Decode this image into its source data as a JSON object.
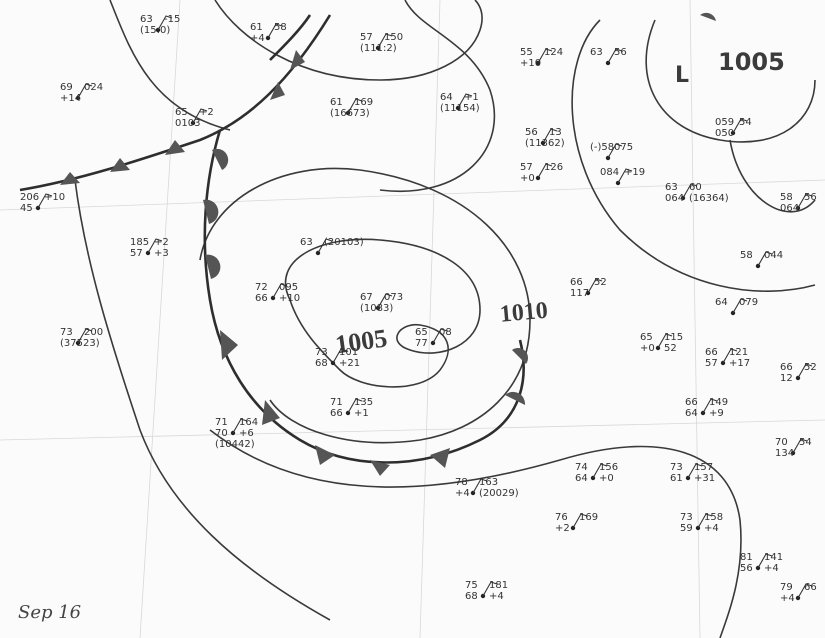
{
  "map": {
    "date_label": "Sep 16",
    "isobar_labels": [
      {
        "id": "central",
        "text": "1005"
      },
      {
        "id": "outer",
        "text": "1010"
      }
    ],
    "pressure_centers": [
      {
        "id": "northeast-low",
        "type": "L",
        "value": "1005"
      }
    ],
    "station_groups": [
      {
        "id": "s-nw1",
        "lines": [
          "63",
          "-15",
          "(15:0)"
        ]
      },
      {
        "id": "s-nw2",
        "lines": [
          "69",
          "024",
          "+14"
        ]
      },
      {
        "id": "s-nw3",
        "lines": [
          "61",
          "58",
          "+4"
        ]
      },
      {
        "id": "s-n1",
        "lines": [
          "57",
          "150",
          "(111:2)"
        ]
      },
      {
        "id": "s-n2",
        "lines": [
          "65",
          "+2",
          "0103"
        ]
      },
      {
        "id": "s-n3",
        "lines": [
          "61",
          "169",
          "(16673)"
        ]
      },
      {
        "id": "s-n4",
        "lines": [
          "64",
          "+1",
          "(11154)"
        ]
      },
      {
        "id": "s-nc1",
        "lines": [
          "55",
          "124",
          "+10"
        ]
      },
      {
        "id": "s-nc2",
        "lines": [
          "56",
          "13",
          "(11362)"
        ]
      },
      {
        "id": "s-nc3",
        "lines": [
          "57",
          "126",
          "+0"
        ]
      },
      {
        "id": "s-ne1",
        "lines": [
          "63",
          "56"
        ]
      },
      {
        "id": "s-ne2",
        "lines": [
          "(-)58",
          "075"
        ]
      },
      {
        "id": "s-ne3",
        "lines": [
          "084",
          "+19"
        ]
      },
      {
        "id": "s-ne4",
        "lines": [
          "63",
          "60",
          "064",
          "(16364)"
        ]
      },
      {
        "id": "s-ne5",
        "lines": [
          "059",
          "54",
          "050"
        ]
      },
      {
        "id": "s-e1",
        "lines": [
          "58",
          "56",
          "064"
        ]
      },
      {
        "id": "s-e2",
        "lines": [
          "58",
          "044"
        ]
      },
      {
        "id": "s-e3",
        "lines": [
          "64",
          "079"
        ]
      },
      {
        "id": "s-w1",
        "lines": [
          "206",
          "+10",
          "45"
        ]
      },
      {
        "id": "s-w2",
        "lines": [
          "185",
          "+2",
          "57",
          "+3"
        ]
      },
      {
        "id": "s-w3",
        "lines": [
          "73",
          "200",
          "(37523)"
        ]
      },
      {
        "id": "s-c1",
        "lines": [
          "63",
          "(20103)"
        ]
      },
      {
        "id": "s-c2",
        "lines": [
          "72",
          "095",
          "66",
          "+10"
        ]
      },
      {
        "id": "s-c3",
        "lines": [
          "67",
          "073",
          "(1083)"
        ]
      },
      {
        "id": "s-c4",
        "lines": [
          "65",
          "08",
          "77"
        ]
      },
      {
        "id": "s-c5",
        "lines": [
          "73",
          "101",
          "68",
          "+21"
        ]
      },
      {
        "id": "s-c6",
        "lines": [
          "71",
          "135",
          "66",
          "+1"
        ]
      },
      {
        "id": "s-c7",
        "lines": [
          "71",
          "164",
          "70",
          "+6",
          "(10442)"
        ]
      },
      {
        "id": "s-c8",
        "lines": [
          "78",
          "163",
          "+4",
          "(20029)"
        ]
      },
      {
        "id": "s-e4",
        "lines": [
          "66",
          "52",
          "117"
        ]
      },
      {
        "id": "s-e5",
        "lines": [
          "65",
          "115",
          "+0",
          "52"
        ]
      },
      {
        "id": "s-e6",
        "lines": [
          "66",
          "121",
          "57",
          "+17"
        ]
      },
      {
        "id": "s-e7",
        "lines": [
          "66",
          "149",
          "64",
          "+9"
        ]
      },
      {
        "id": "s-s1",
        "lines": [
          "74",
          "156",
          "64",
          "+0"
        ]
      },
      {
        "id": "s-s2",
        "lines": [
          "73",
          "157",
          "61",
          "+31"
        ]
      },
      {
        "id": "s-s3",
        "lines": [
          "76",
          "169",
          "+2"
        ]
      },
      {
        "id": "s-s4",
        "lines": [
          "73",
          "158",
          "59",
          "+4"
        ]
      },
      {
        "id": "s-s5",
        "lines": [
          "75",
          "181",
          "68",
          "+4"
        ]
      },
      {
        "id": "s-se1",
        "lines": [
          "81",
          "141",
          "56",
          "+4"
        ]
      },
      {
        "id": "s-se2",
        "lines": [
          "79",
          "66",
          "+4"
        ]
      },
      {
        "id": "s-se3",
        "lines": [
          "70",
          "54",
          "134"
        ]
      },
      {
        "id": "s-se4",
        "lines": [
          "66",
          "52",
          "12"
        ]
      }
    ]
  }
}
